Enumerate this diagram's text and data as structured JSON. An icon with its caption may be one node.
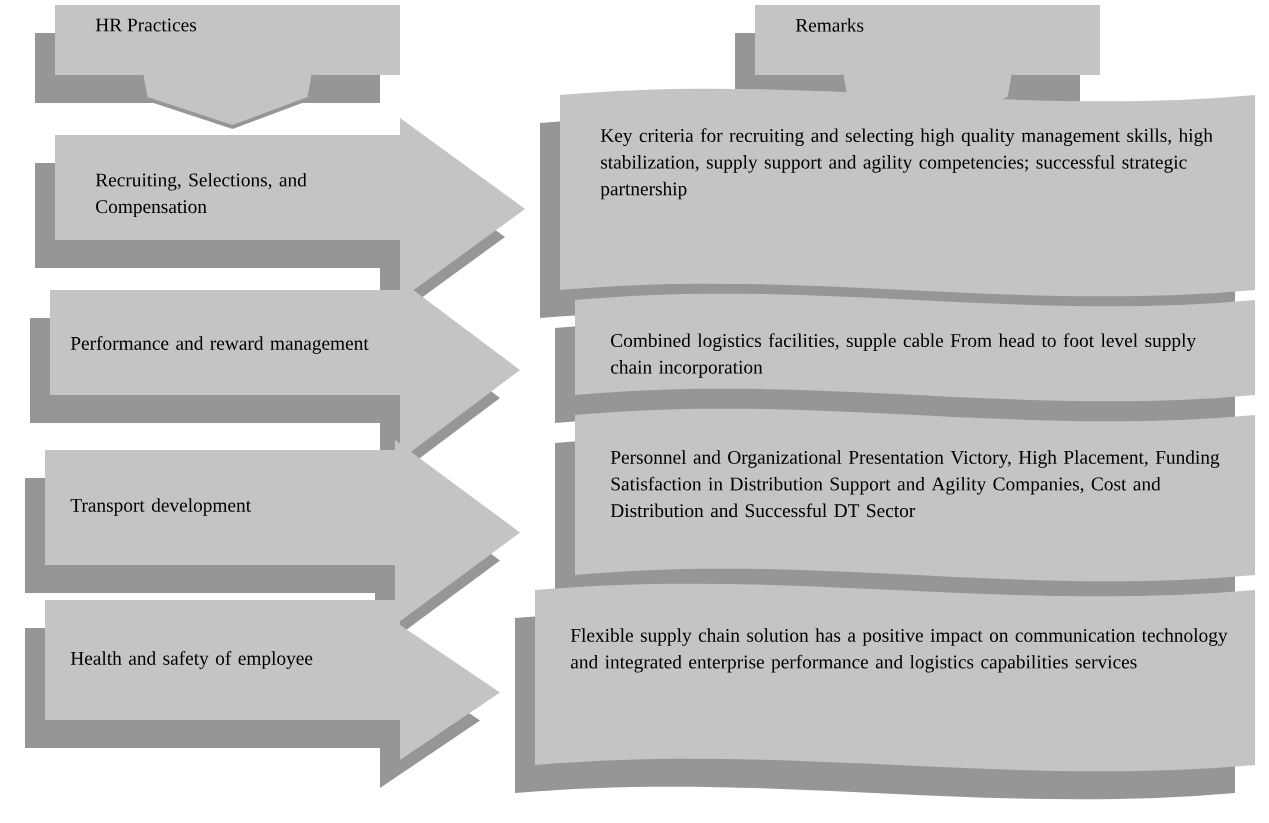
{
  "diagram": {
    "nodes": [
      {
        "text": [
          "HR Practices"
        ]
      },
      {
        "text": [
          "Remarks"
        ]
      },
      {
        "text": [
          "Recruiting, Selections, and Compensation"
        ]
      },
      {
        "text": [
          "Key criteria for recruiting and selecting high quality management skills, high stabilization, supply support and agility competencies; successful strategic partnership"
        ]
      },
      {
        "text": [
          "Performance and reward management"
        ]
      },
      {
        "text": [
          "Combined logistics facilities, supple cable From head to foot level supply chain incorporation"
        ]
      },
      {
        "text": [
          "Transport development"
        ]
      },
      {
        "text": [
          "Personnel and Organizational Presentation Victory, High Placement, Funding Satisfaction in Distribution Support and Agility Companies, Cost and Distribution and Successful DT Sector"
        ]
      },
      {
        "text": [
          "Health and safety of employee"
        ]
      },
      {
        "text": [
          "Flexible supply chain solution has a positive impact on communication technology and integrated enterprise performance and logistics capabilities services"
        ]
      }
    ]
  }
}
